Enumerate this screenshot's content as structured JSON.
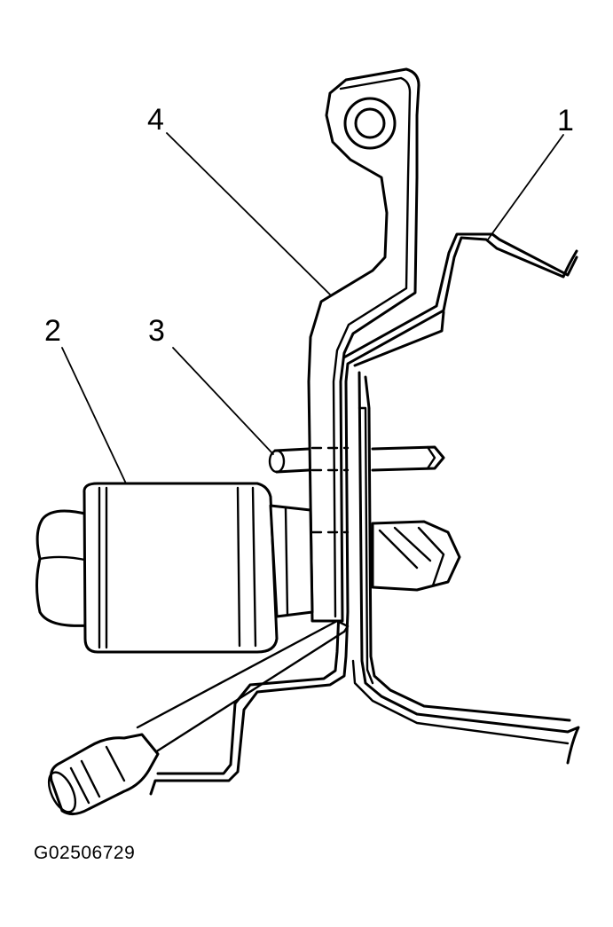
{
  "callouts": {
    "c1": "1",
    "c2": "2",
    "c3": "3",
    "c4": "4"
  },
  "figure_id": "G02506729"
}
